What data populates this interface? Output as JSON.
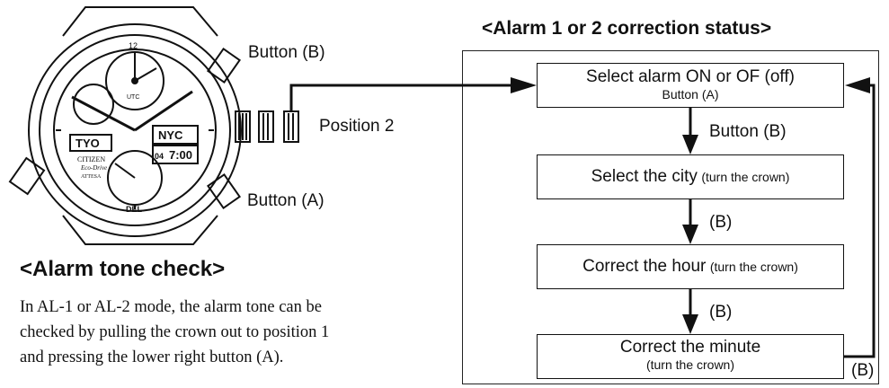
{
  "watch": {
    "dial_text": {
      "top_mark": "12",
      "sub_dial_label": "UTC",
      "left_city": "TYO",
      "right_city": "NYC",
      "digital_time": "7:00",
      "digital_day": "04",
      "brand": "CITIZEN",
      "line2": "Eco-Drive",
      "line3": "ATTESA",
      "bezel_bottom": "DEL"
    }
  },
  "labels": {
    "button_b": "Button (B)",
    "position_2": "Position 2",
    "button_a": "Button (A)"
  },
  "alarm_tone": {
    "title": "<Alarm tone check>",
    "lines": [
      "In AL-1 or AL-2 mode, the alarm tone can be",
      "checked by pulling the crown out to position 1",
      "and pressing the lower right button (A)."
    ]
  },
  "flow": {
    "title": "<Alarm 1 or 2 correction status>",
    "step1_main": "Select alarm ON or OF (off)",
    "step1_sub": "Button (A)",
    "step2_main": "Select the city",
    "step2_note": "(turn the crown)",
    "step3_main": "Correct the hour",
    "step3_note": "(turn the crown)",
    "step4_main": "Correct the minute",
    "step4_sub": "(turn the crown)",
    "arrow1_label": "Button (B)",
    "arrow2_label": "(B)",
    "arrow3_label": "(B)",
    "loop_label": "(B)"
  }
}
